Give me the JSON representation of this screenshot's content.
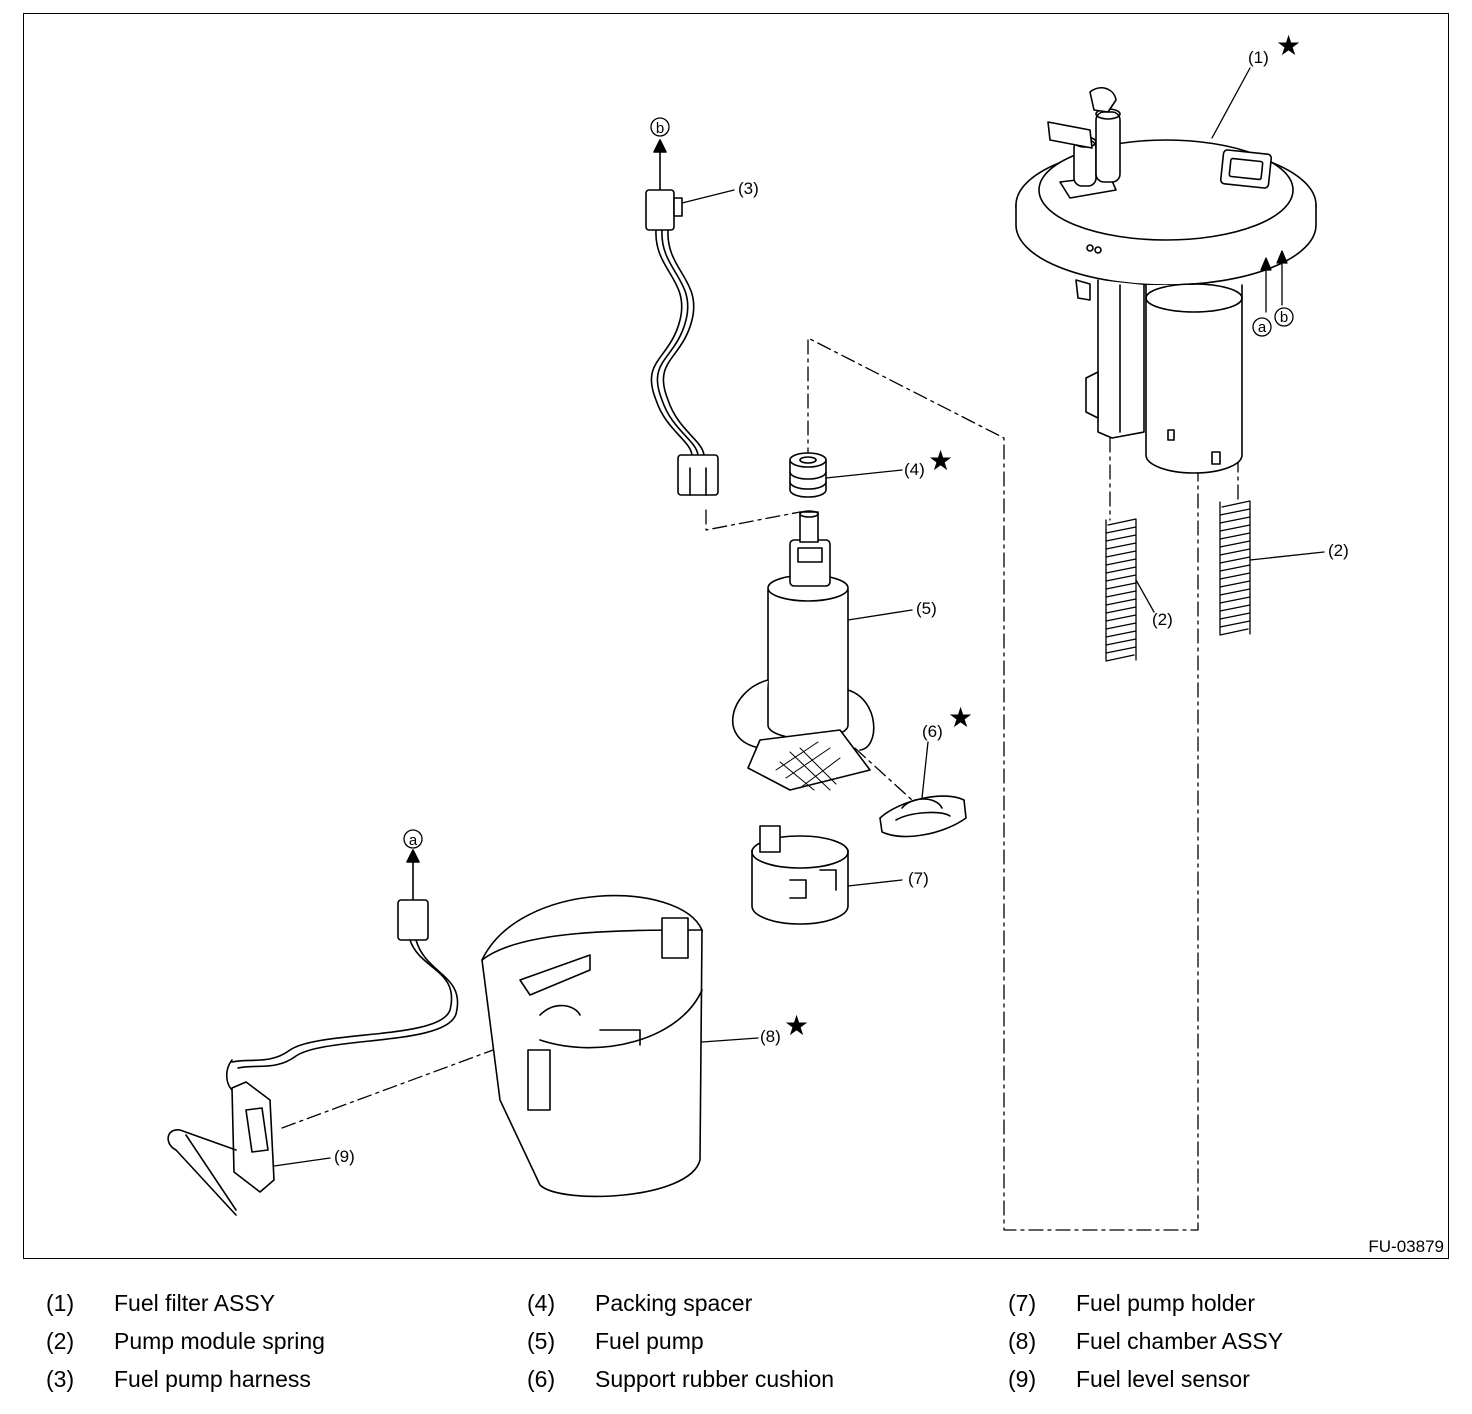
{
  "figure_id": "FU-03879",
  "connectors": {
    "a": "a",
    "b": "b"
  },
  "star_symbol": "★",
  "callouts": {
    "c1": "(1)",
    "c2a": "(2)",
    "c2b": "(2)",
    "c3": "(3)",
    "c4": "(4)",
    "c5": "(5)",
    "c6": "(6)",
    "c7": "(7)",
    "c8": "(8)",
    "c9": "(9)"
  },
  "legend": [
    {
      "num": "(1)",
      "text": "Fuel filter ASSY"
    },
    {
      "num": "(2)",
      "text": "Pump module spring"
    },
    {
      "num": "(3)",
      "text": "Fuel pump harness"
    },
    {
      "num": "(4)",
      "text": "Packing spacer"
    },
    {
      "num": "(5)",
      "text": "Fuel pump"
    },
    {
      "num": "(6)",
      "text": "Support rubber cushion"
    },
    {
      "num": "(7)",
      "text": "Fuel pump holder"
    },
    {
      "num": "(8)",
      "text": "Fuel chamber ASSY"
    },
    {
      "num": "(9)",
      "text": "Fuel level sensor"
    }
  ]
}
